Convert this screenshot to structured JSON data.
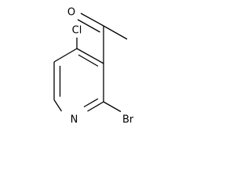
{
  "structure": {
    "atoms": {
      "oxygen": "O",
      "chlorine": "Cl",
      "nitrogen": "N",
      "bromine": "Br"
    }
  }
}
